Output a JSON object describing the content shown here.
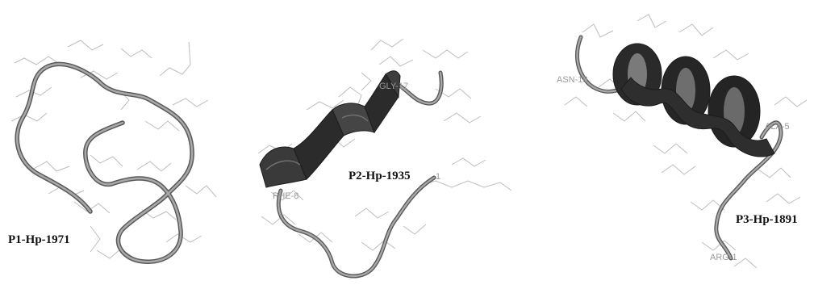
{
  "panels": [
    {
      "label": "P1-Hp-1971",
      "residues": []
    },
    {
      "label": "P2-Hp-1935",
      "residues": [
        "GLY-17",
        "PHE-8",
        "1"
      ]
    },
    {
      "label": "P3-Hp-1891",
      "residues": [
        "ASN-18",
        "ALA-5",
        "ARG-1"
      ]
    }
  ],
  "colors": {
    "ribbon": "#2e2e2e",
    "coil": "#8c8c8c",
    "side_chain": "#bdbdbd",
    "label": "#111111"
  }
}
